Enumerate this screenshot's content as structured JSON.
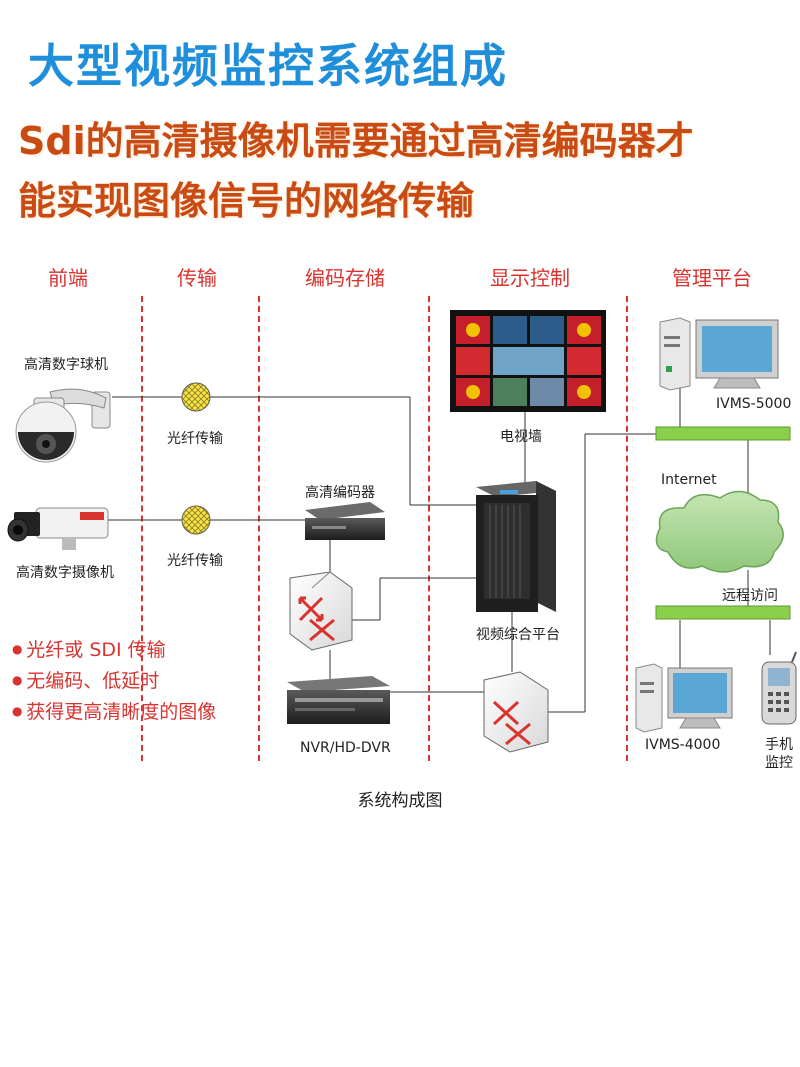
{
  "header": {
    "title": "大型视频监控系统组成",
    "subtitle_line1": "Sdi的高清摄像机需要通过高清编码器才",
    "subtitle_line2": "能实现图像信号的网络传输"
  },
  "columns": [
    "前端",
    "传输",
    "编码存储",
    "显示控制",
    "管理平台"
  ],
  "labels": {
    "dome_camera": "高清数字球机",
    "box_camera": "高清数字摄像机",
    "fiber_1": "光纤传输",
    "fiber_2": "光纤传输",
    "encoder": "高清编码器",
    "nvr": "NVR/HD-DVR",
    "tv_wall": "电视墙",
    "video_platform": "视频综合平台",
    "ivms5000": "IVMS-5000",
    "internet": "Internet",
    "remote": "远程访问",
    "ivms4000": "IVMS-4000",
    "mobile_1": "手机",
    "mobile_2": "监控"
  },
  "bullets": [
    "光纤或 SDI 传输",
    "无编码、低延时",
    "获得更高清晰度的图像"
  ],
  "caption": "系统构成图"
}
